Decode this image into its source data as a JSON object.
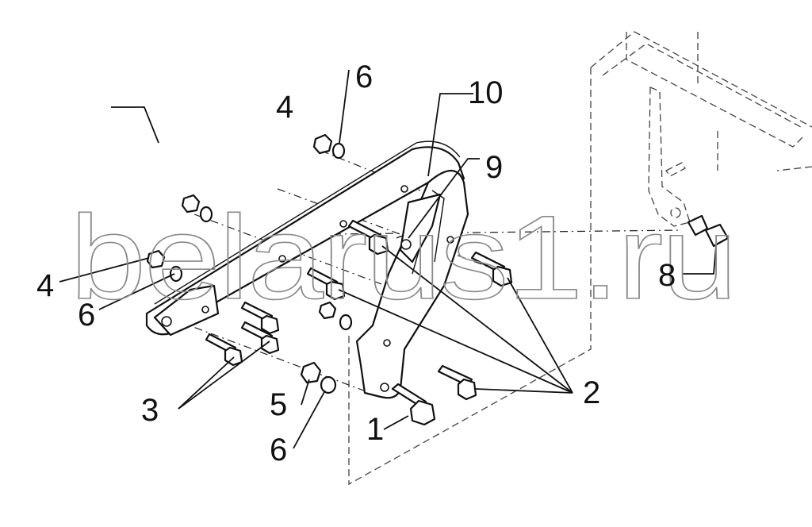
{
  "watermark": "belarus1.ru",
  "callouts": [
    {
      "label": "1"
    },
    {
      "label": "2"
    },
    {
      "label": "3"
    },
    {
      "label": "4"
    },
    {
      "label": "4"
    },
    {
      "label": "5"
    },
    {
      "label": "6"
    },
    {
      "label": "6"
    },
    {
      "label": "6"
    },
    {
      "label": "8"
    },
    {
      "label": "9"
    },
    {
      "label": "10"
    }
  ]
}
